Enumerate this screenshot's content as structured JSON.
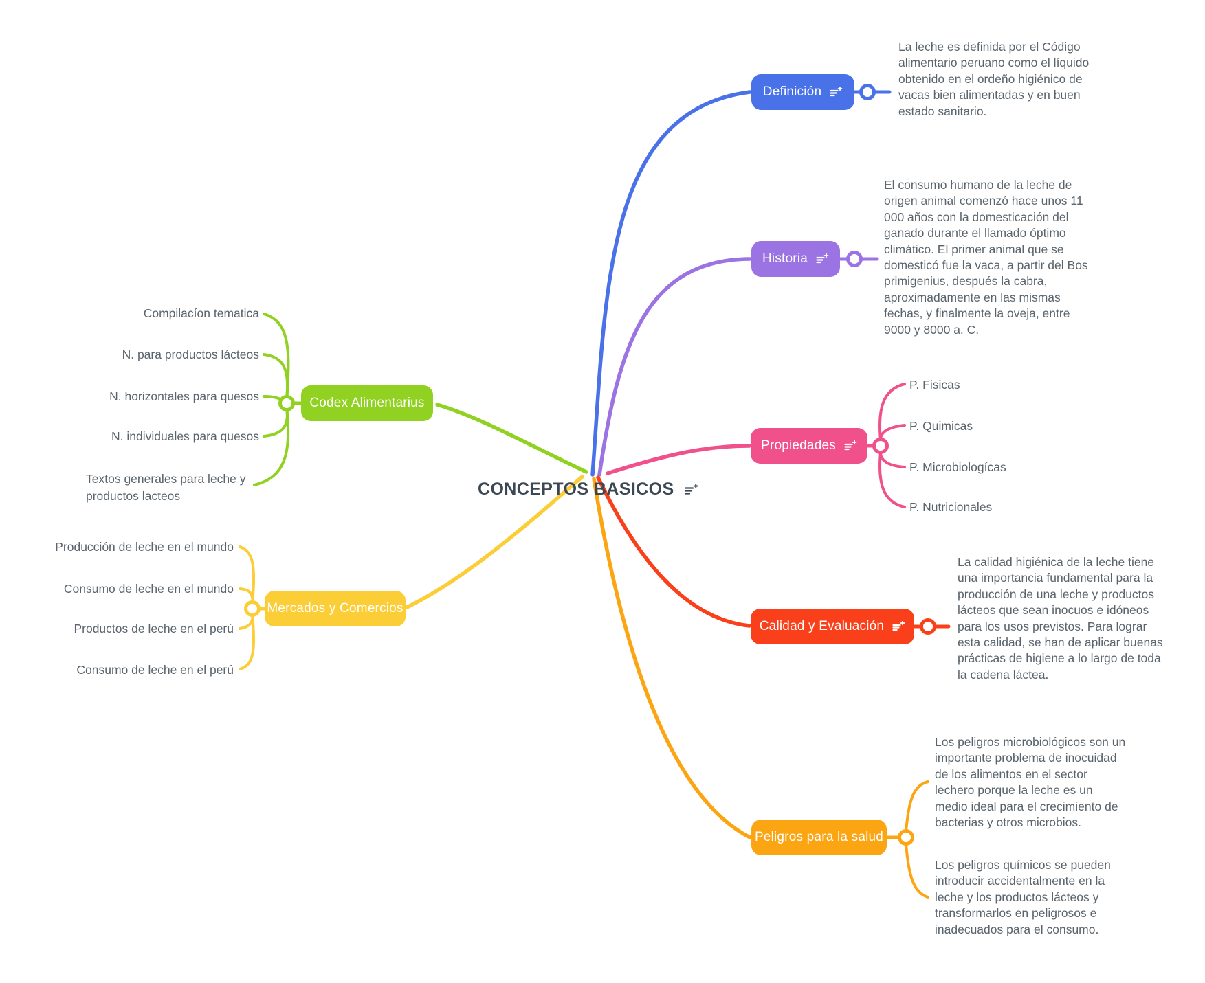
{
  "central": {
    "title": "CONCEPTOS BASICOS"
  },
  "colors": {
    "definicion": "#4A72E8",
    "historia": "#9C73E3",
    "propiedades": "#F0518A",
    "calidad": "#F9401B",
    "peligros": "#FCA513",
    "codex": "#90D121",
    "mercados": "#FBCD37",
    "text": "#5A646D",
    "title": "#3B4753"
  },
  "branches": {
    "definicion": {
      "label": "Definición",
      "note": "La leche es definida por el Código alimentario peruano como el líquido obtenido en el ordeño higiénico de vacas bien alimentadas y en buen estado sanitario."
    },
    "historia": {
      "label": "Historia",
      "note": "El consumo humano de la leche de origen animal comenzó hace unos 11 000 años con la domesticación del ganado durante el llamado óptimo climático. El primer animal que se domesticó fue la vaca, a partir del Bos primigenius, después la cabra, aproximadamente en las mismas fechas, y finalmente la oveja, entre 9000 y 8000 a. C."
    },
    "propiedades": {
      "label": "Propiedades",
      "children": [
        "P. Fisicas",
        "P. Quimicas",
        "P. Microbiologícas",
        "P. Nutricionales"
      ]
    },
    "calidad": {
      "label": "Calidad y Evaluación",
      "note": "La calidad higiénica de la leche tiene una importancia fundamental para la producción de una leche y productos lácteos que sean inocuos e idóneos para los usos previstos. Para lograr esta calidad, se han de aplicar buenas prácticas de higiene a lo largo de toda la cadena láctea."
    },
    "peligros": {
      "label": "Peligros para la salud",
      "notes": [
        "Los peligros microbiológicos son un importante problema de inocuidad de los alimentos en el sector lechero porque la leche es un medio ideal para el crecimiento de bacterias y otros microbios.",
        "Los peligros químicos se pueden introducir accidentalmente en la leche y los productos lácteos y transformarlos en peligrosos e inadecuados para el consumo."
      ]
    },
    "codex": {
      "label": "Codex Alimentarius",
      "children": [
        "Compilacíon tematica",
        "N. para productos lácteos",
        "N. horizontales para quesos",
        "N. individuales para quesos",
        "Textos generales para leche y productos lacteos"
      ]
    },
    "mercados": {
      "label": "Mercados y Comercios",
      "children": [
        "Producción de leche en el mundo",
        "Consumo de leche en el mundo",
        "Productos de leche en el perú",
        "Consumo de leche en el perú"
      ]
    }
  }
}
